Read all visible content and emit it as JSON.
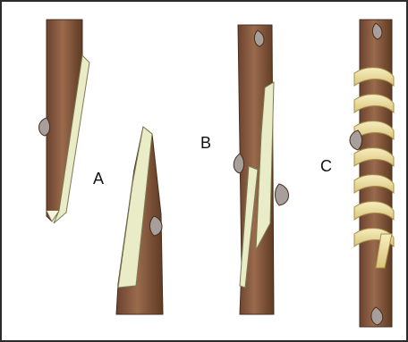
{
  "figure": {
    "labels": {
      "a": "A",
      "b": "B",
      "c": "C"
    },
    "colors": {
      "bark": "#8a5a3c",
      "bark_dark": "#5e3a24",
      "cut_surface": "#e8ecc4",
      "tape": "#f1e3a3",
      "bud": "#9a8f8a"
    }
  }
}
